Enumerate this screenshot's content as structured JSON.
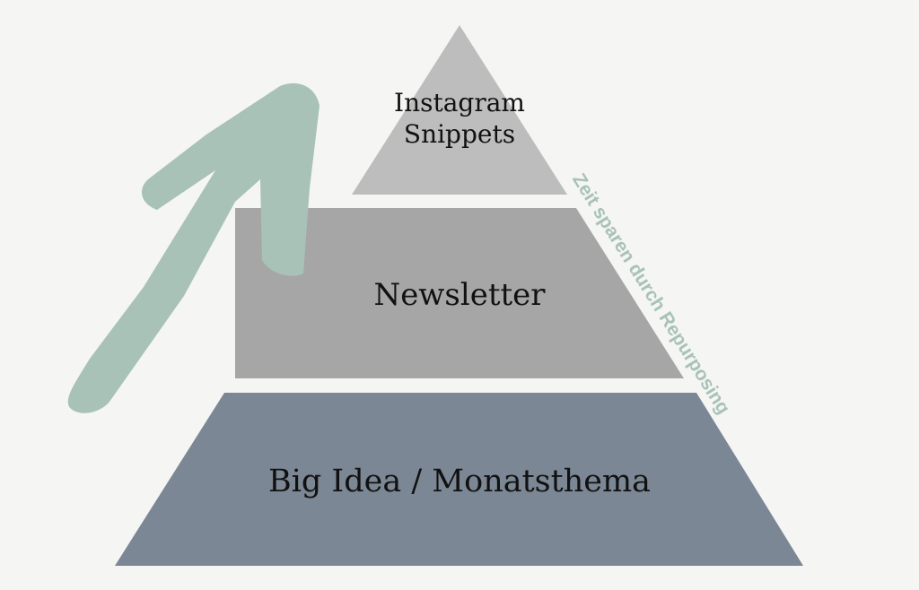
{
  "tiers": [
    {
      "label_line1": "Instagram",
      "label_line2": "Snippets",
      "color": "#bdbdbd"
    },
    {
      "label": "Newsletter",
      "color": "#a6a6a6"
    },
    {
      "label": "Big Idea / Monatsthema",
      "color": "#7b8794"
    }
  ],
  "side_label": "Zeit sparen durch Repurposing",
  "arrow_color": "#a8c2b8"
}
